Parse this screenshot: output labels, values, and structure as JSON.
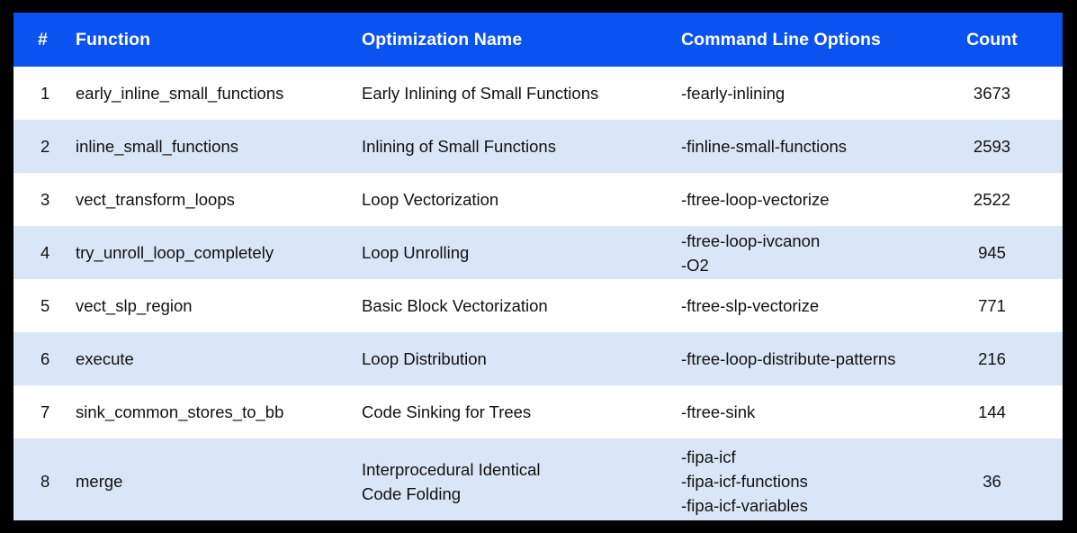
{
  "table": {
    "columns": [
      {
        "key": "num",
        "label": "#"
      },
      {
        "key": "func",
        "label": "Function"
      },
      {
        "key": "opt",
        "label": "Optimization Name"
      },
      {
        "key": "cmd",
        "label": "Command Line Options"
      },
      {
        "key": "count",
        "label": "Count"
      }
    ],
    "colors": {
      "header_background": "#0a53f0",
      "header_text": "#ffffff",
      "row_odd_background": "#ffffff",
      "row_even_background": "#d9e6f7",
      "page_background": "#000000",
      "body_text": "#111111"
    },
    "rows": [
      {
        "num": "1",
        "func": "early_inline_small_functions",
        "opt": "Early Inlining of Small Functions",
        "cmd": "-fearly-inlining",
        "count": "3673"
      },
      {
        "num": "2",
        "func": "inline_small_functions",
        "opt": "Inlining of Small Functions",
        "cmd": "-finline-small-functions",
        "count": "2593"
      },
      {
        "num": "3",
        "func": "vect_transform_loops",
        "opt": "Loop Vectorization",
        "cmd": "-ftree-loop-vectorize",
        "count": "2522"
      },
      {
        "num": "4",
        "func": "try_unroll_loop_completely",
        "opt": "Loop Unrolling",
        "cmd": "-ftree-loop-ivcanon\n-O2",
        "count": "945"
      },
      {
        "num": "5",
        "func": "vect_slp_region",
        "opt": "Basic Block Vectorization",
        "cmd": "-ftree-slp-vectorize",
        "count": "771"
      },
      {
        "num": "6",
        "func": "execute",
        "opt": "Loop Distribution",
        "cmd": "-ftree-loop-distribute-patterns",
        "count": "216"
      },
      {
        "num": "7",
        "func": "sink_common_stores_to_bb",
        "opt": "Code Sinking for Trees",
        "cmd": "-ftree-sink",
        "count": "144"
      },
      {
        "num": "8",
        "func": "merge",
        "opt": "Interprocedural Identical\nCode Folding",
        "cmd": "-fipa-icf\n-fipa-icf-functions\n-fipa-icf-variables",
        "count": "36"
      }
    ]
  }
}
